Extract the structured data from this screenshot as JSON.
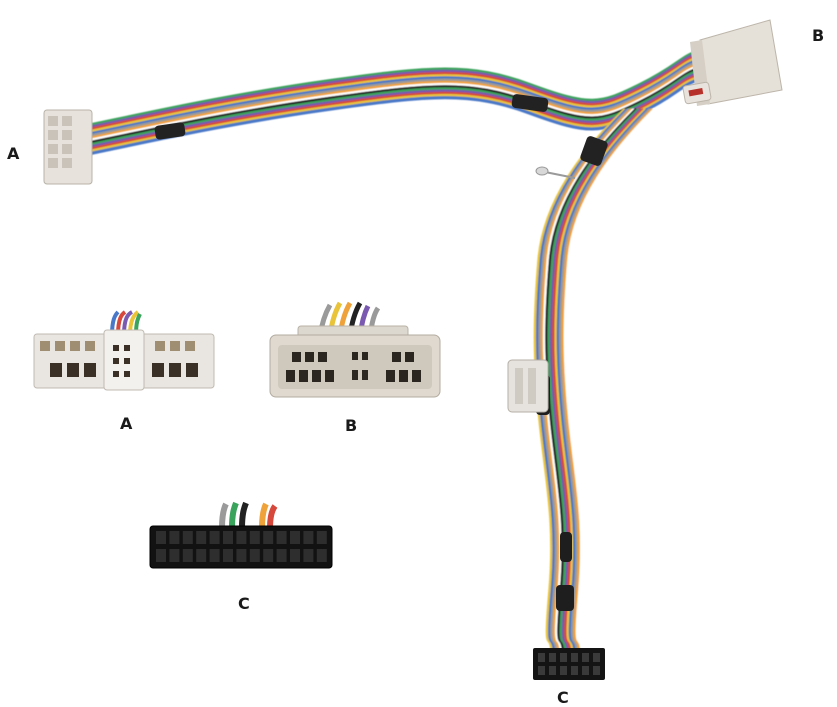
{
  "labels": {
    "a_top": "A",
    "b_top": "B",
    "a_detail": "A",
    "b_detail": "B",
    "c_detail": "C",
    "c_bottom": "C"
  },
  "colors": {
    "background": "#ffffff",
    "connector_grey": "#e2ddd6",
    "connector_black": "#141414",
    "wires": [
      "#3aa35c",
      "#7a59b0",
      "#d6483c",
      "#e9c43a",
      "#4a78c8",
      "#9a9a9a",
      "#f0a23a",
      "#ffffff",
      "#222222"
    ]
  }
}
